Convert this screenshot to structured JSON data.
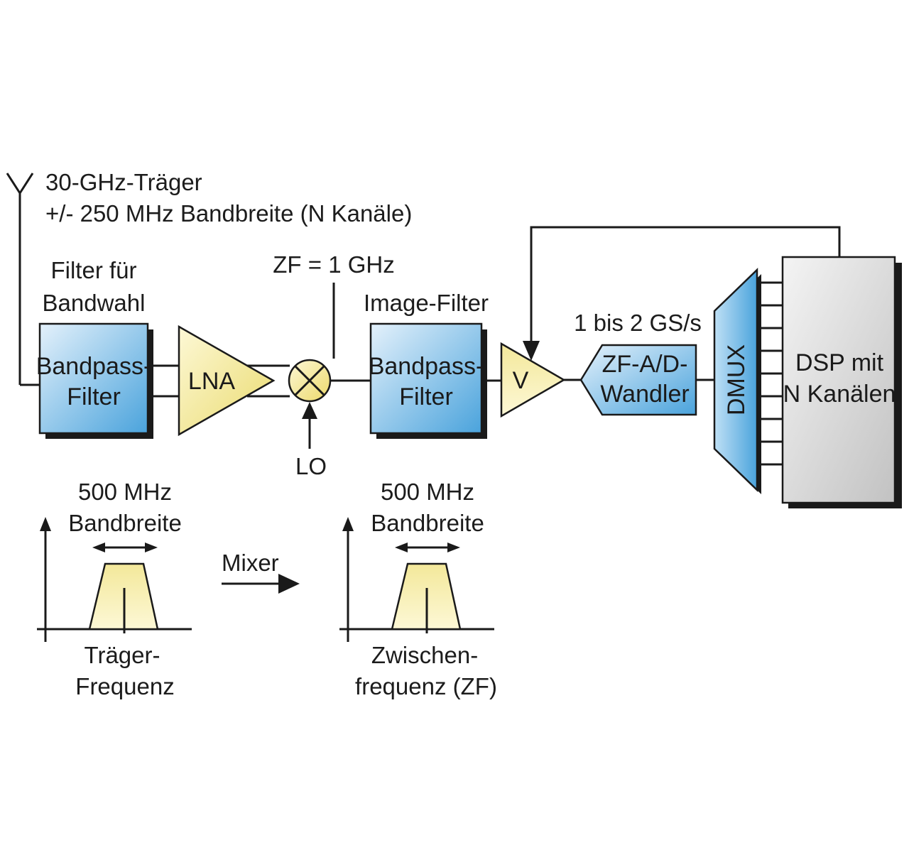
{
  "signal": {
    "carrier": "30-GHz-Träger",
    "bandwidth": "+/- 250 MHz Bandbreite (N Kanäle)"
  },
  "filter_caption": {
    "line1": "Filter für",
    "line2": "Bandwahl"
  },
  "bandpass1": {
    "line1": "Bandpass-",
    "line2": "Filter"
  },
  "lna": {
    "label": "LNA"
  },
  "if_freq": "ZF = 1 GHz",
  "lo": "LO",
  "image_filter": {
    "caption": "Image-Filter",
    "line1": "Bandpass-",
    "line2": "Filter"
  },
  "amp": {
    "label": "V"
  },
  "sample_rate": "1 bis 2 GS/s",
  "adc": {
    "line1": "ZF-A/D-",
    "line2": "Wandler"
  },
  "dmux": {
    "label": "DMUX"
  },
  "dsp": {
    "line1": "DSP mit",
    "line2": "N Kanälen"
  },
  "spectrum_left": {
    "bw_line1": "500 MHz",
    "bw_line2": "Bandbreite",
    "freq_line1": "Träger-",
    "freq_line2": "Frequenz"
  },
  "mixer_label": "Mixer",
  "spectrum_right": {
    "bw_line1": "500 MHz",
    "bw_line2": "Bandbreite",
    "freq_line1": "Zwischen-",
    "freq_line2": "frequenz (ZF)"
  },
  "colors": {
    "blue_light": "#e4f1fb",
    "blue_dark": "#4aa3dc",
    "yellow_light": "#fdf8d6",
    "yellow_dark": "#eadb6e",
    "gray_light": "#f4f4f4",
    "gray_dark": "#c2c2c2",
    "shadow": "#1a1a1a"
  }
}
